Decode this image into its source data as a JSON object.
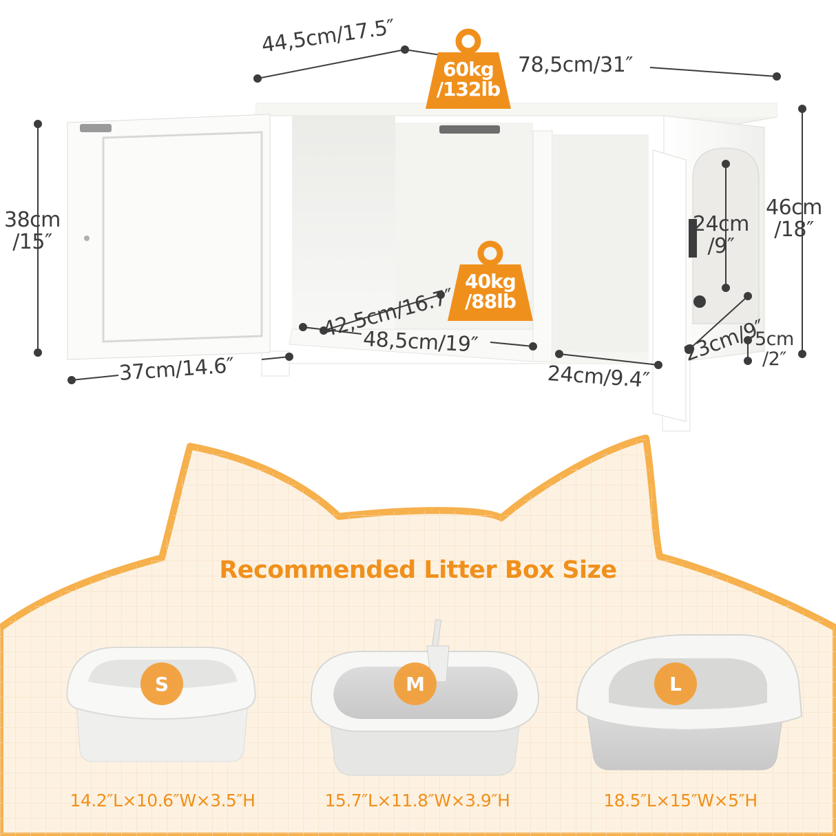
{
  "colors": {
    "accent": "#f0901c",
    "badge": "#f2a03c",
    "panel_fill": "#fdf2e2",
    "grid_line": "#f3dcc0",
    "dimension_text": "#3c3c3c",
    "cabinet": "#f7f7f5"
  },
  "dimensions": {
    "depth": "44,5cm/17.5″",
    "width": "78,5cm/31″",
    "door_height_value": "38cm",
    "door_height_inch": "/15″",
    "total_height_value": "46cm",
    "total_height_inch": "/18″",
    "inner_depth": "42,5cm/16.7″",
    "inner_width": "48,5cm/19″",
    "door_width": "37cm/14.6″",
    "side_width": "24cm/9.4″",
    "entry_height_value": "24cm",
    "entry_height_inch": "/9″",
    "entry_width": "23cm/9″",
    "leg_height_value": "5cm",
    "leg_height_inch": "/2″"
  },
  "weights": {
    "top_kg": "60kg",
    "top_lb": "/132lb",
    "shelf_kg": "40kg",
    "shelf_lb": "/88lb"
  },
  "recommended": {
    "title": "Recommended Litter Box Size",
    "sizes": [
      {
        "label": "S",
        "dimensions": "14.2″L×10.6″W×3.5″H"
      },
      {
        "label": "M",
        "dimensions": "15.7″L×11.8″W×3.9″H"
      },
      {
        "label": "L",
        "dimensions": "18.5″L×15″W×5″H"
      }
    ]
  }
}
